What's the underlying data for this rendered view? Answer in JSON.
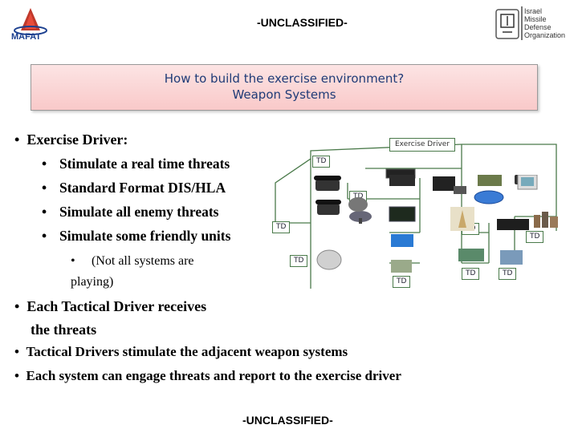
{
  "header": {
    "classification_top": "-UNCLASSIFIED-",
    "classification_bottom": "-UNCLASSIFIED-",
    "logo_left_text": "MAFAT",
    "logo_right_lines": [
      "Israel",
      "Missile",
      "Defense",
      "Organization"
    ]
  },
  "title": {
    "line1": "How to build the exercise environment?",
    "line2": "Weapon Systems"
  },
  "bullets": {
    "exercise_driver": "Exercise Driver:",
    "sub": [
      "Stimulate a real time threats",
      "Standard Format DIS/HLA",
      "Simulate all enemy threats",
      "Simulate some friendly units"
    ],
    "note": "(Not all systems are playing)",
    "tactical_line1": "Each Tactical Driver receives",
    "tactical_line2": "the threats",
    "adjacent": "Tactical Drivers stimulate the adjacent weapon systems",
    "engage": "Each system can engage threats and report to the exercise driver"
  },
  "diagram": {
    "exercise_driver_label": "Exercise Driver",
    "td_label": "TD"
  },
  "colors": {
    "title_text": "#1f3b77",
    "line_green": "#4a7a4a",
    "title_bg": "#f9c9c9"
  }
}
